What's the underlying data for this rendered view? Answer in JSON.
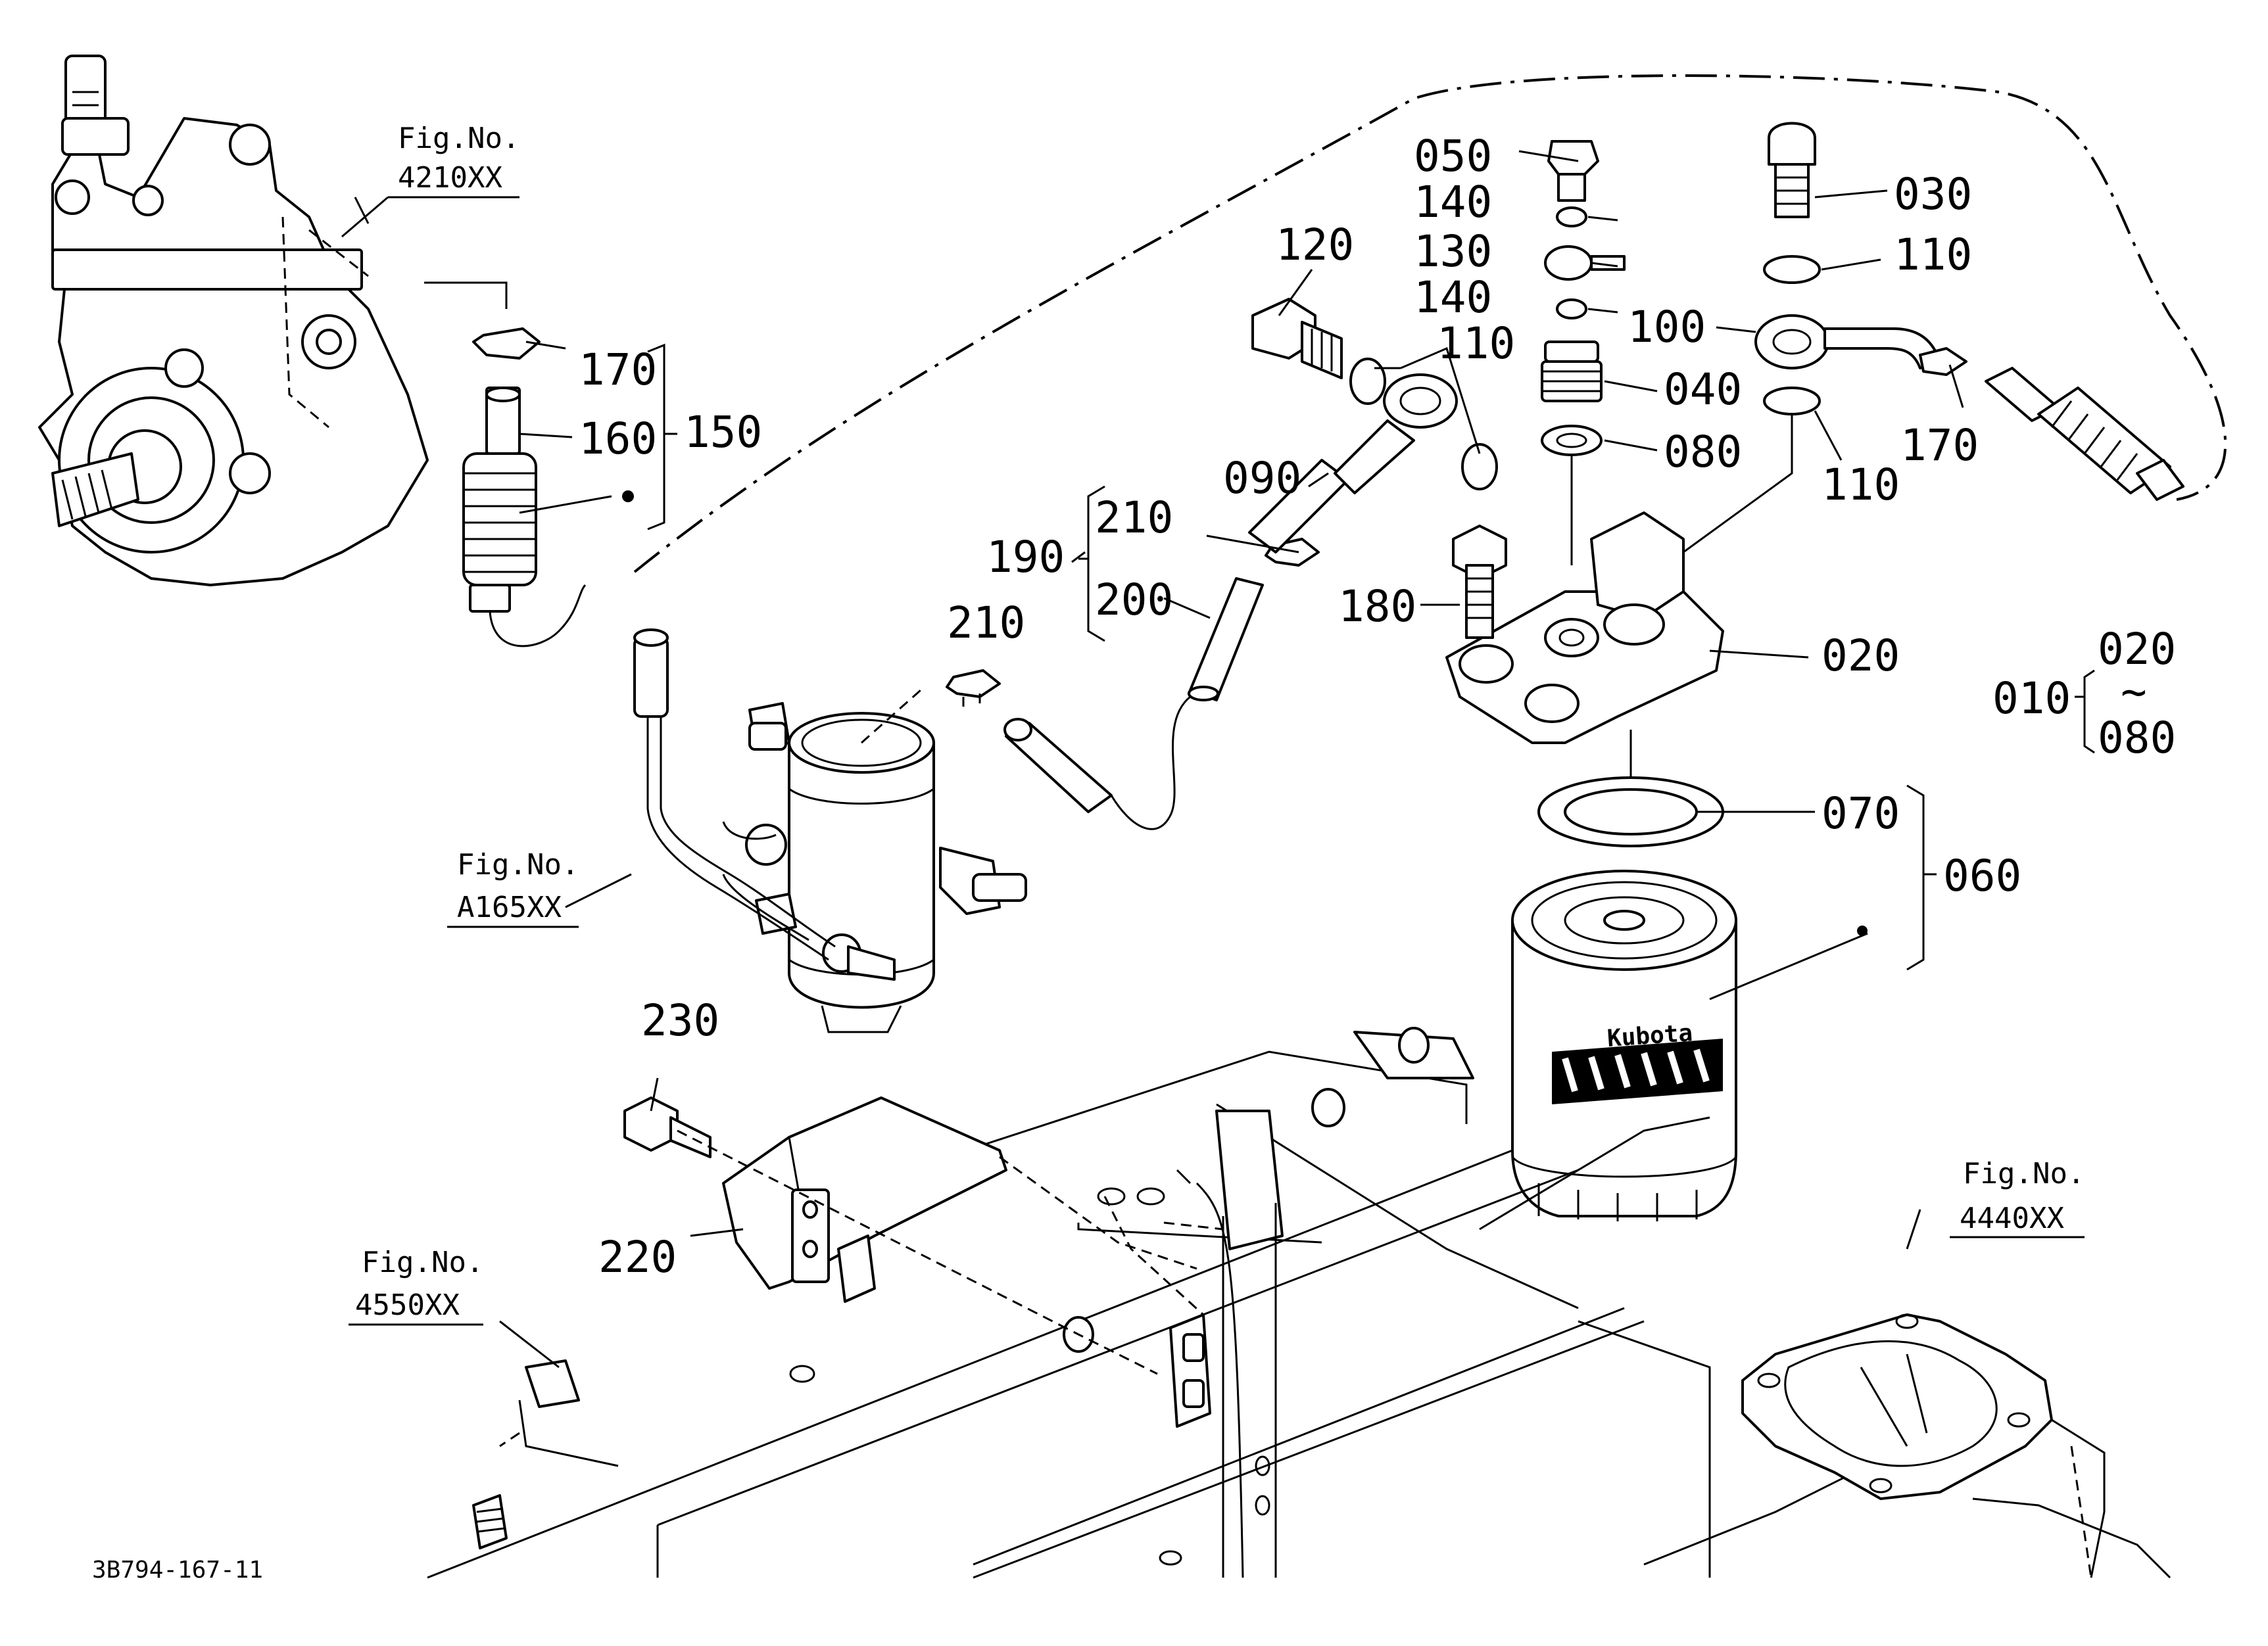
{
  "diagram_code": "3B794-167-11",
  "brand_mark": "Kubota",
  "fig_refs": [
    {
      "caption": "Fig.No.",
      "code": "4210XX"
    },
    {
      "caption": "Fig.No.",
      "code": "A165XX"
    },
    {
      "caption": "Fig.No.",
      "code": "4550XX"
    },
    {
      "caption": "Fig.No.",
      "code": "4440XX"
    }
  ],
  "labels": {
    "p050": "050",
    "p140a": "140",
    "p130": "130",
    "p140b": "140",
    "p040": "040",
    "p080": "080",
    "p030": "030",
    "p110a": "110",
    "p100": "100",
    "p110b": "110",
    "p170b": "170",
    "p120": "120",
    "p110c": "110",
    "p090": "090",
    "p190": "190",
    "p210a": "210",
    "p200": "200",
    "p180": "180",
    "p210b": "210",
    "p020": "020",
    "p070": "070",
    "p060": "060",
    "p170a": "170",
    "p160": "160",
    "p150": "150",
    "p230": "230",
    "p220": "220"
  },
  "assembly_range": {
    "label": "010",
    "from": "020",
    "sep": "~",
    "to": "080"
  }
}
